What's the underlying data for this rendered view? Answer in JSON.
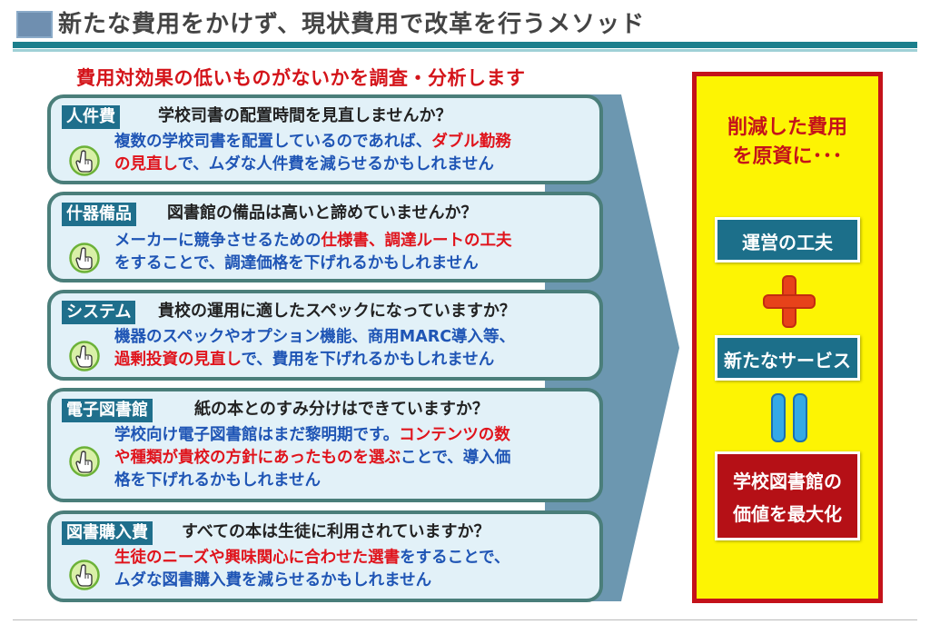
{
  "header": {
    "title": "新たな費用をかけず、現状費用で改革を行うメソッド"
  },
  "subtitle": "費用対効果の低いものがないかを調査・分析します",
  "cards": [
    {
      "label": "人件費",
      "question": "学校司書の配置時間を見直しませんか？",
      "icon": "pointing-hand-icon",
      "lines": [
        [
          {
            "t": "複数の学校司書を配置しているのであれば、"
          },
          {
            "t": "ダブル勤務",
            "red": true
          }
        ],
        [
          {
            "t": "の見直し",
            "red": true
          },
          {
            "t": "で、ムダな人件費を減らせるかもしれません"
          }
        ]
      ]
    },
    {
      "label": "什器備品",
      "question": "図書館の備品は高いと諦めていませんか？",
      "icon": "pointing-hand-icon",
      "lines": [
        [
          {
            "t": "メーカーに競争させるための"
          },
          {
            "t": "仕様書、調達ルートの工夫",
            "red": true
          }
        ],
        [
          {
            "t": "をすることで、調達価格を下げれるかもしれません"
          }
        ]
      ]
    },
    {
      "label": "システム",
      "question": "貴校の運用に適したスペックになっていますか？",
      "icon": "pointing-hand-icon",
      "lines": [
        [
          {
            "t": "機器のスペックやオプション機能、商用MARC導入等、"
          }
        ],
        [
          {
            "t": "過剰投資の見直し",
            "red": true
          },
          {
            "t": "で、費用を下げれるかもしれません"
          }
        ]
      ]
    },
    {
      "label": "電子図書館",
      "question": "紙の本とのすみ分けはできていますか？",
      "icon": "pointing-hand-icon",
      "lines": [
        [
          {
            "t": "学校向け電子図書館はまだ黎明期です。"
          },
          {
            "t": "コンテンツの数",
            "red": true
          }
        ],
        [
          {
            "t": "や種類が貴校の方針にあったものを選ぶ",
            "red": true
          },
          {
            "t": "ことで、導入価"
          }
        ],
        [
          {
            "t": "格を下げれるかもしれません"
          }
        ]
      ]
    },
    {
      "label": "図書購入費",
      "question": "すべての本は生徒に利用されていますか？",
      "icon": "pointing-hand-icon",
      "lines": [
        [
          {
            "t": "生徒のニーズや興味関心に合わせた選書",
            "red": true
          },
          {
            "t": "をすることで、"
          }
        ],
        [
          {
            "t": "ムダな図書購入費を減らせるかもしれません"
          }
        ]
      ]
    }
  ],
  "panel": {
    "heading_line1": "削減した費用",
    "heading_line2": "を原資に･･･",
    "box1": "運営の工夫",
    "box2": "新たなサービス",
    "result_line1": "学校図書館の",
    "result_line2": "価値を最大化"
  },
  "colors": {
    "teal_bar": "#1b7f8c",
    "label_bg": "#1f6f8c",
    "card_bg": "#e2f1f8",
    "body_blue": "#1f55b5",
    "accent_red": "#e0141c",
    "panel_yellow": "#fdf403",
    "panel_border": "#c4121a"
  }
}
